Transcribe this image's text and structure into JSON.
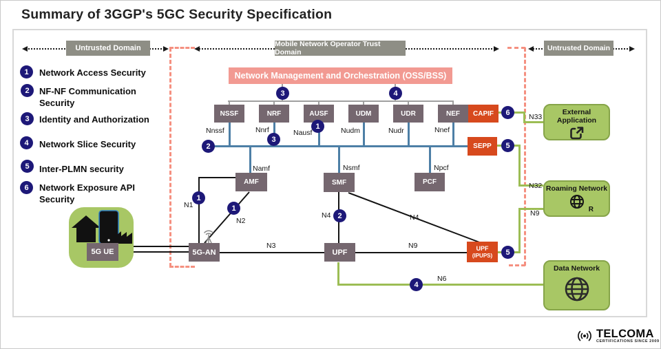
{
  "title": "Summary of 3GGP's 5GC Security Specification",
  "domains": {
    "left": "Untrusted Domain",
    "center": "Mobile Network Operator Trust Domain",
    "right": "Untrusted Domain"
  },
  "legend": [
    {
      "num": "1",
      "label": "Network Access Security"
    },
    {
      "num": "2",
      "label": "NF-NF Communication\nSecurity"
    },
    {
      "num": "3",
      "label": "Identity and Authorization"
    },
    {
      "num": "4",
      "label": "Network Slice Security"
    },
    {
      "num": "5",
      "label": "Inter-PLMN security"
    },
    {
      "num": "6",
      "label": "Network Exposure API\nSecurity"
    }
  ],
  "banner": "Network Management and Orchestration (OSS/BSS)",
  "nf_row": [
    {
      "name": "NSSF",
      "sbi": "Nnssf"
    },
    {
      "name": "NRF",
      "sbi": "Nnrf"
    },
    {
      "name": "AUSF",
      "sbi": "Nausf"
    },
    {
      "name": "UDM",
      "sbi": "Nudm"
    },
    {
      "name": "UDR",
      "sbi": "Nudr"
    },
    {
      "name": "NEF",
      "sbi": "Nnef"
    }
  ],
  "capif": "CAPIF",
  "sepp": "SEPP",
  "mid_row": [
    {
      "name": "AMF",
      "sbi": "Namf"
    },
    {
      "name": "SMF",
      "sbi": "Nsmf"
    },
    {
      "name": "PCF",
      "sbi": "Npcf"
    }
  ],
  "access": {
    "ue": "5G UE",
    "an": "5G-AN",
    "upf": "UPF",
    "ipups_line1": "UPF",
    "ipups_line2": "(IPUPS)",
    "ue_icons": [
      "house-icon",
      "smartphone-icon",
      "factory-icon"
    ],
    "an_icon": "antenna-icon"
  },
  "interfaces": {
    "n1": "N1",
    "n2": "N2",
    "n3": "N3",
    "n4": "N4",
    "n6": "N6",
    "n9": "N9",
    "n32": "N32",
    "n33": "N33"
  },
  "badges": {
    "one": "1",
    "two": "2",
    "three": "3",
    "four": "4",
    "five": "5",
    "six": "6"
  },
  "right_boxes": [
    {
      "label": "External Application",
      "icon": "external-link-icon"
    },
    {
      "label": "Roaming Network",
      "icon": "roaming-globe-icon",
      "r_mark": "R"
    },
    {
      "label": "Data Network",
      "icon": "globe-icon"
    }
  ],
  "logo": {
    "name": "TELCOMA",
    "tagline": "CERTIFICATIONS SINCE 2009",
    "icon": "signal-waves-icon"
  },
  "colors": {
    "badge": "#1D1878",
    "mauve": "#75676F",
    "red": "#D7491D",
    "green_fill": "#A8C765",
    "green_border": "#86A449",
    "green_line": "#9CBD54",
    "pink": "#F29A92",
    "gray_label": "#8E8E85",
    "blue_line": "#4D7FA6",
    "dashed": "#F59080",
    "black_line": "#141414"
  }
}
